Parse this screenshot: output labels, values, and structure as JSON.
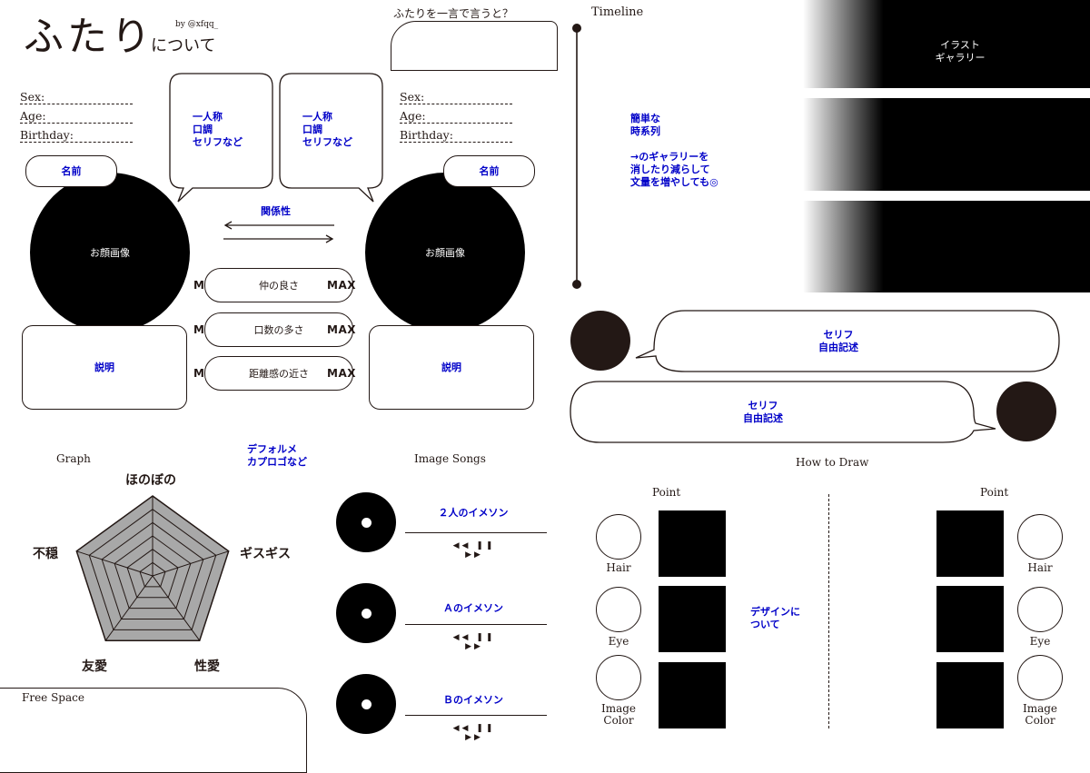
{
  "header": {
    "title": "ふたり",
    "subtitle": "について",
    "author": "by @xfqq_"
  },
  "one_word": {
    "label": "ふたりを一言で言うと？"
  },
  "left_char": {
    "sex_label": "Sex:",
    "age_label": "Age:",
    "birthday_label": "Birthday:",
    "speech": "一人称\n口調\nセリフなど",
    "name": "名前",
    "face": "お顔画像",
    "description": "説明"
  },
  "right_char": {
    "sex_label": "Sex:",
    "age_label": "Age:",
    "birthday_label": "Birthday:",
    "speech": "一人称\n口調\nセリフなど",
    "name": "名前",
    "face": "お顔画像",
    "description": "説明"
  },
  "relationship": {
    "label": "関係性",
    "sliders": [
      {
        "min": "MIN",
        "label": "仲の良さ",
        "max": "MAX"
      },
      {
        "min": "MIN",
        "label": "口数の多さ",
        "max": "MAX"
      },
      {
        "min": "MIN",
        "label": "距離感の近さ",
        "max": "MAX"
      }
    ]
  },
  "timeline": {
    "title": "Timeline",
    "note": "簡単な\n時系列\n\n→のギャラリーを\n消したり減らして\n文量を増やしても◎"
  },
  "gallery": {
    "label": "イラスト\nギャラリー"
  },
  "quotes": [
    {
      "text": "セリフ\n自由記述"
    },
    {
      "text": "セリフ\n自由記述"
    }
  ],
  "graph": {
    "title": "Graph",
    "note": "デフォルメ\nカプロゴなど",
    "axes": [
      "ほのぼの",
      "ギスギス",
      "性愛",
      "友愛",
      "不穏"
    ]
  },
  "free_space": {
    "title": "Free Space"
  },
  "image_songs": {
    "title": "Image Songs",
    "songs": [
      {
        "title": "２人のイメソン",
        "controls": "◀◀ ❚❚ ▶▶"
      },
      {
        "title": "Ａのイメソン",
        "controls": "◀◀ ❚❚ ▶▶"
      },
      {
        "title": "Ｂのイメソン",
        "controls": "◀◀ ❚❚ ▶▶"
      }
    ]
  },
  "how_to_draw": {
    "title": "How to Draw",
    "point_label": "Point",
    "design_note": "デザインに\nついて",
    "items": [
      "Hair",
      "Eye",
      "Image\nColor"
    ]
  }
}
